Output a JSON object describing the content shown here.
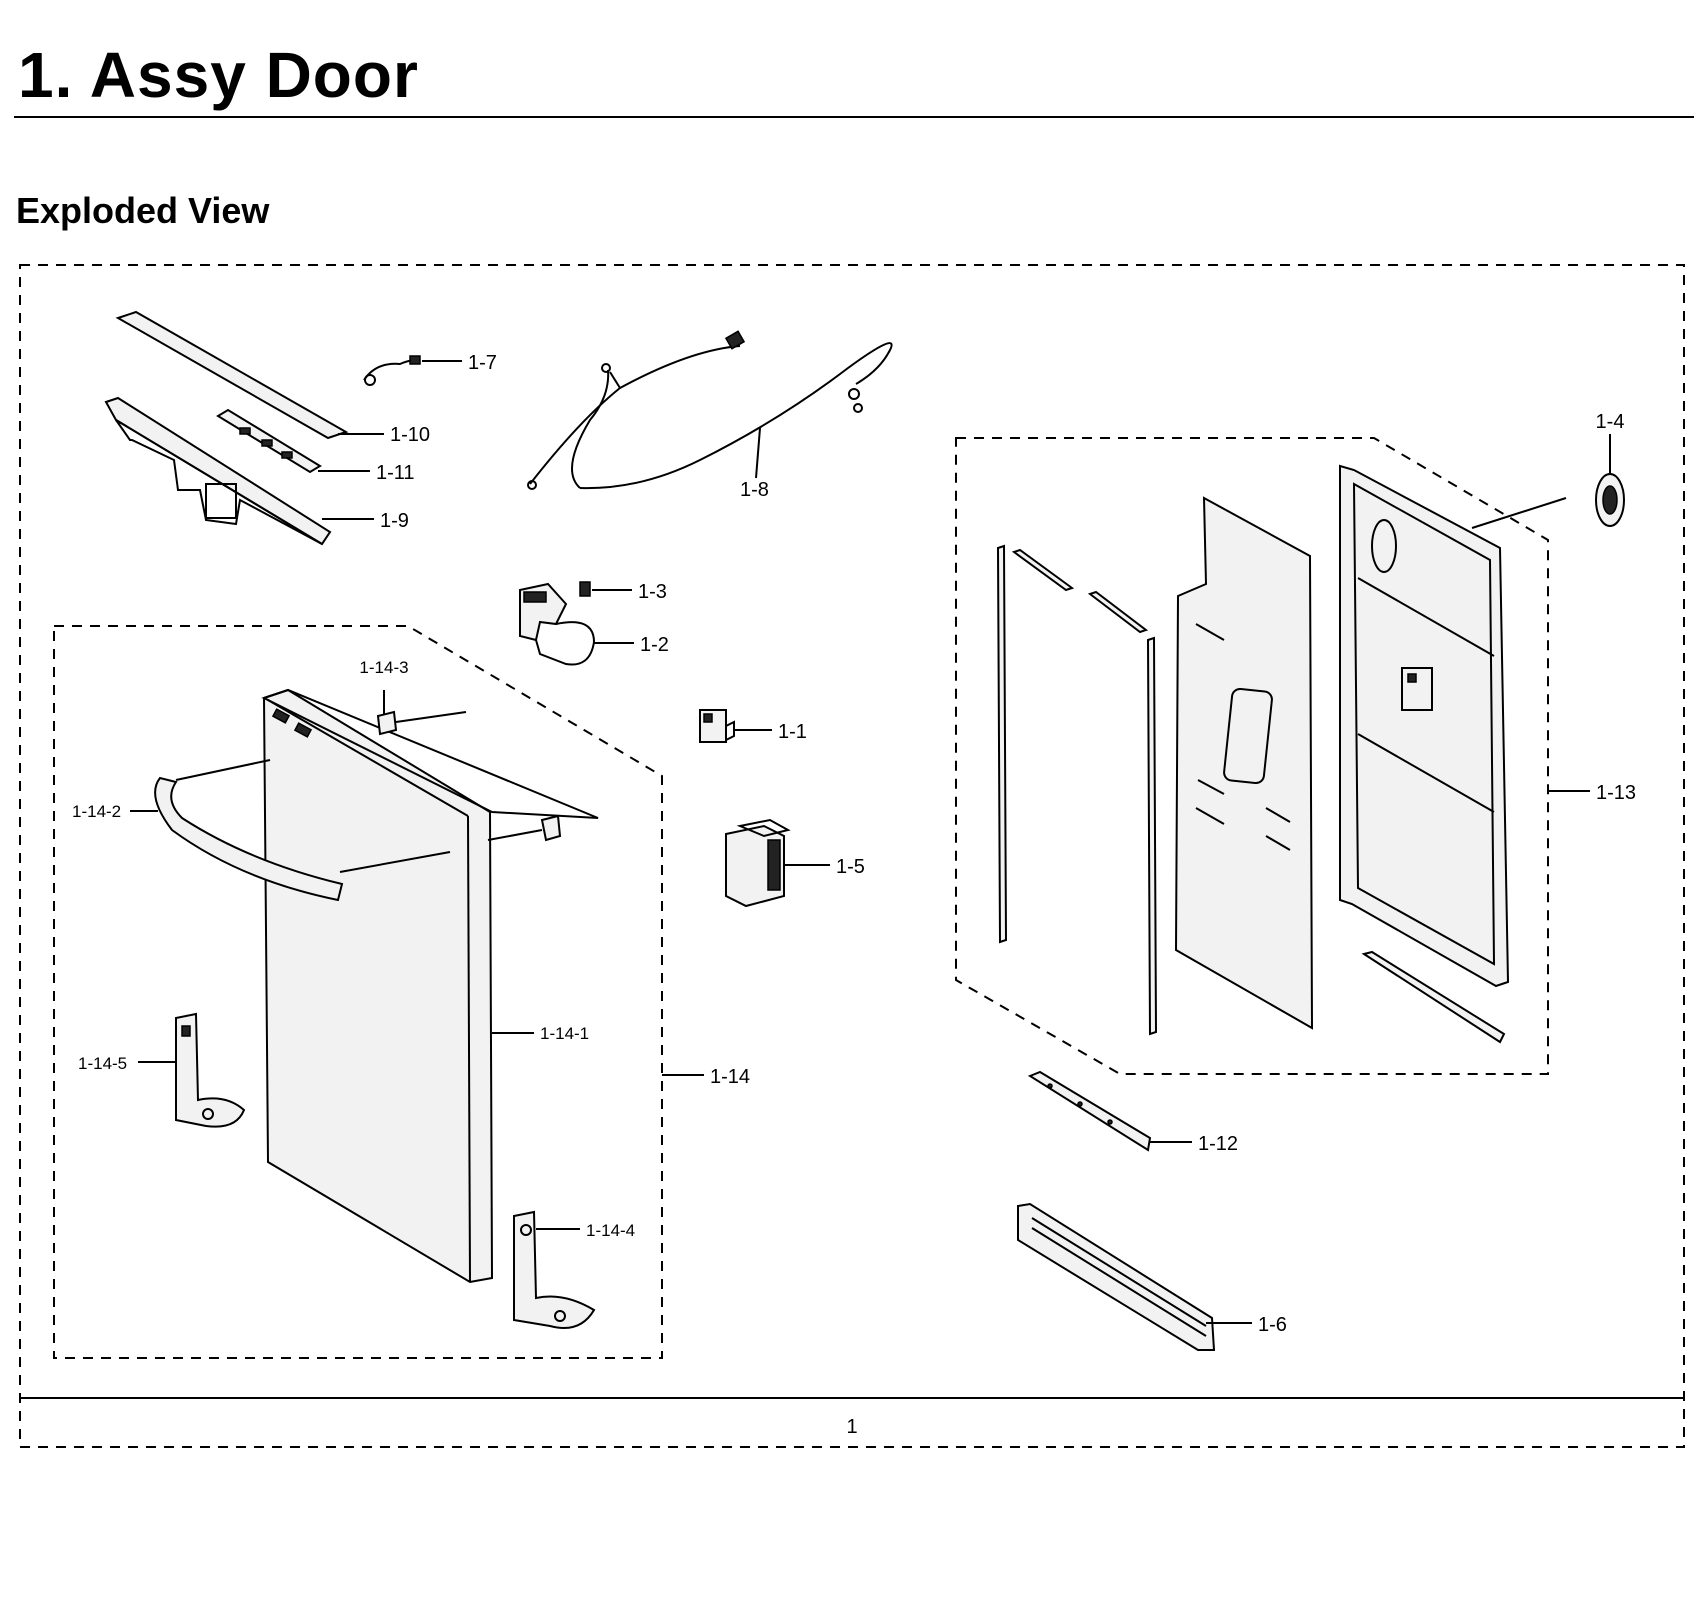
{
  "header": {
    "title": "1.  Assy Door",
    "subtitle": "Exploded View"
  },
  "diagram": {
    "assembly_label": "1",
    "callouts": {
      "c1_7": "1-7",
      "c1_10": "1-10",
      "c1_11": "1-11",
      "c1_9": "1-9",
      "c1_8": "1-8",
      "c1_3": "1-3",
      "c1_2": "1-2",
      "c1_1": "1-1",
      "c1_5": "1-5",
      "c1_4": "1-4",
      "c1_13": "1-13",
      "c1_14": "1-14",
      "c1_14_1": "1-14-1",
      "c1_14_2": "1-14-2",
      "c1_14_3": "1-14-3",
      "c1_14_4": "1-14-4",
      "c1_14_5": "1-14-5",
      "c1_12": "1-12",
      "c1_6": "1-6"
    }
  }
}
